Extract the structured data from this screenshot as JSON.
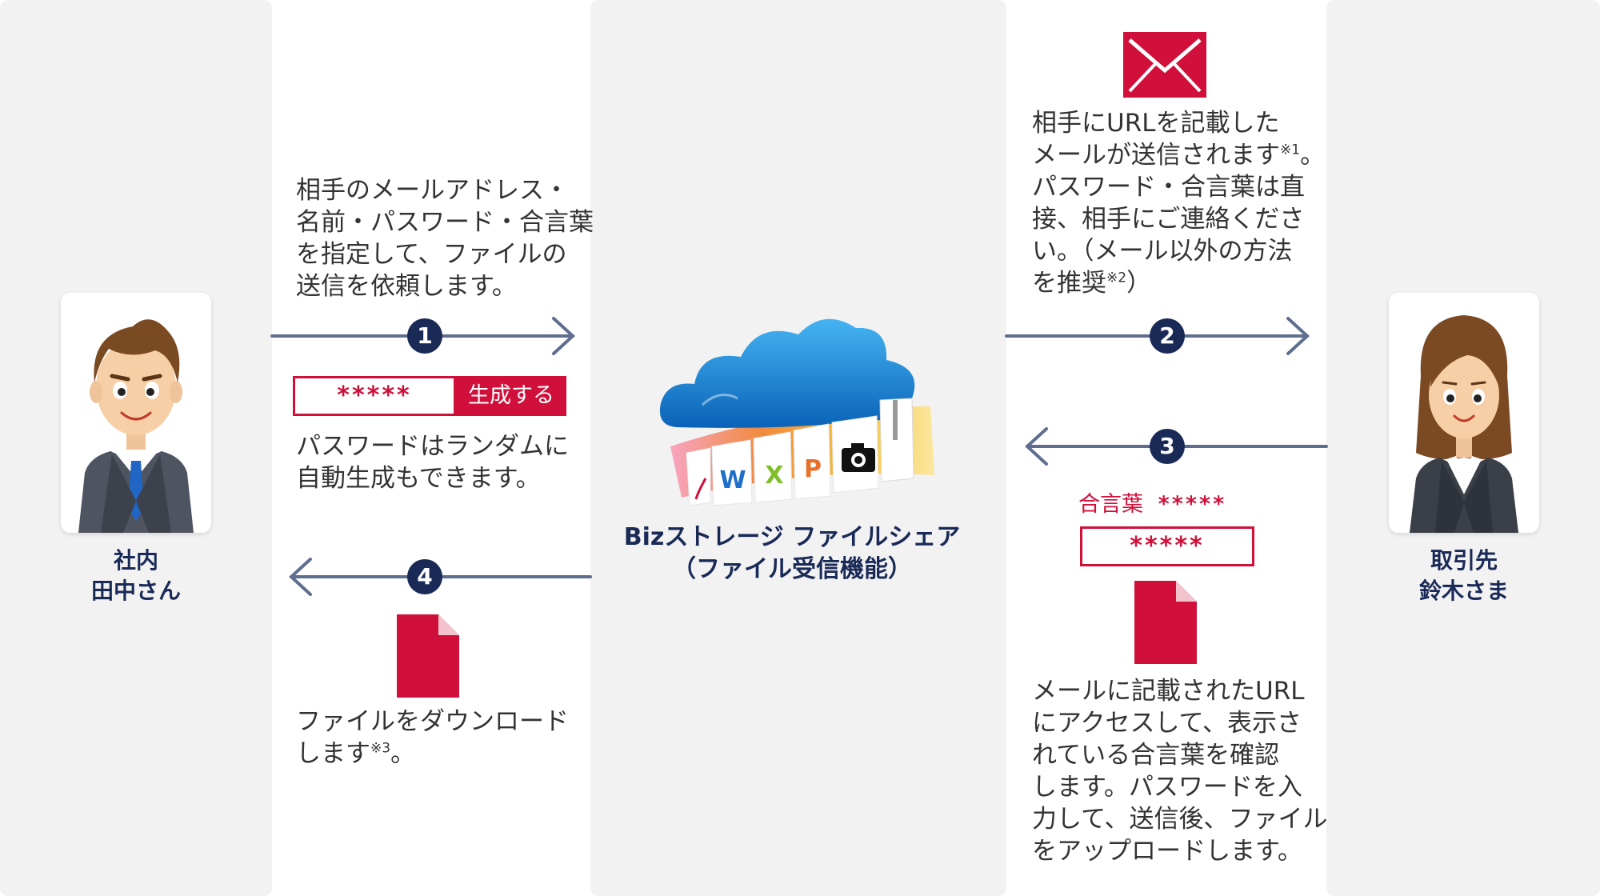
{
  "left_person": {
    "line1": "社内",
    "line2": "田中さん"
  },
  "right_person": {
    "line1": "取引先",
    "line2": "鈴木さま"
  },
  "service": {
    "line1": "Bizストレージ ファイルシェア",
    "line2": "（ファイル受信機能）"
  },
  "file_icon_letters": [
    "W",
    "X",
    "P"
  ],
  "steps": [
    {
      "number": "1",
      "lines": [
        "相手のメールアドレス・",
        "名前・パスワード・合言葉",
        "を指定して、ファイルの",
        "送信を依頼します。"
      ]
    },
    {
      "number": "2",
      "lines": [
        "相手にURLを記載した",
        "メールが送信されます",
        "パスワード・合言葉は直",
        "接、相手にご連絡くださ",
        "い。（メール以外の方法",
        "を推奨"
      ],
      "line2_note": "※1",
      "line2_tail": "。",
      "line6_note": "※2",
      "line6_tail": "）"
    },
    {
      "number": "3",
      "lines": [
        "メールに記載されたURL",
        "にアクセスして、表示さ",
        "れている合言葉を確認",
        "します。パスワードを入",
        "力して、送信後、ファイル",
        "をアップロードします。"
      ]
    },
    {
      "number": "4",
      "lines": [
        "ファイルをダウンロード",
        "します"
      ],
      "line2_note": "※3",
      "line2_tail": "。"
    }
  ],
  "password_widget": {
    "masked": "*****",
    "button_label": "生成する",
    "caption_lines": [
      "パスワードはランダムに",
      "自動生成もできます。"
    ]
  },
  "passphrase": {
    "label": "合言葉",
    "masked": "*****",
    "input_masked": "*****"
  },
  "colors": {
    "navy": "#1a2a57",
    "arrow": "#5f6d8f",
    "accent_red": "#d0103a",
    "panel_bg": "#f2f2f2"
  },
  "icons": [
    "envelope-icon",
    "document-icon",
    "cloud-icon",
    "camera-icon",
    "pdf-icon"
  ]
}
